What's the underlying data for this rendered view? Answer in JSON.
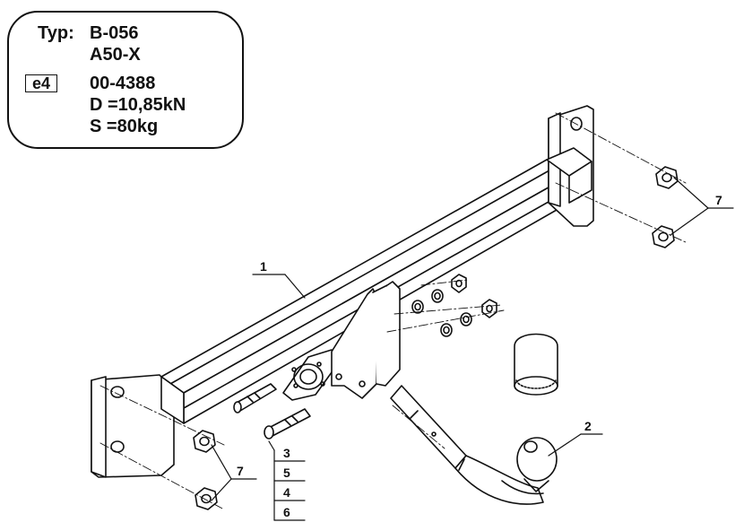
{
  "info_box": {
    "type_label": "Typ:",
    "type_line1": "B-056",
    "type_line2": "A50-X",
    "approval_mark": "e4",
    "approval_number": "00-4388",
    "d_value": "D =10,85kN",
    "s_value": "S =80kg"
  },
  "callouts": {
    "crossbar": "1",
    "ball_neck": "2",
    "bolts_stack": [
      "3",
      "5",
      "4",
      "6"
    ],
    "nuts_right": "7",
    "nuts_left": "7"
  }
}
